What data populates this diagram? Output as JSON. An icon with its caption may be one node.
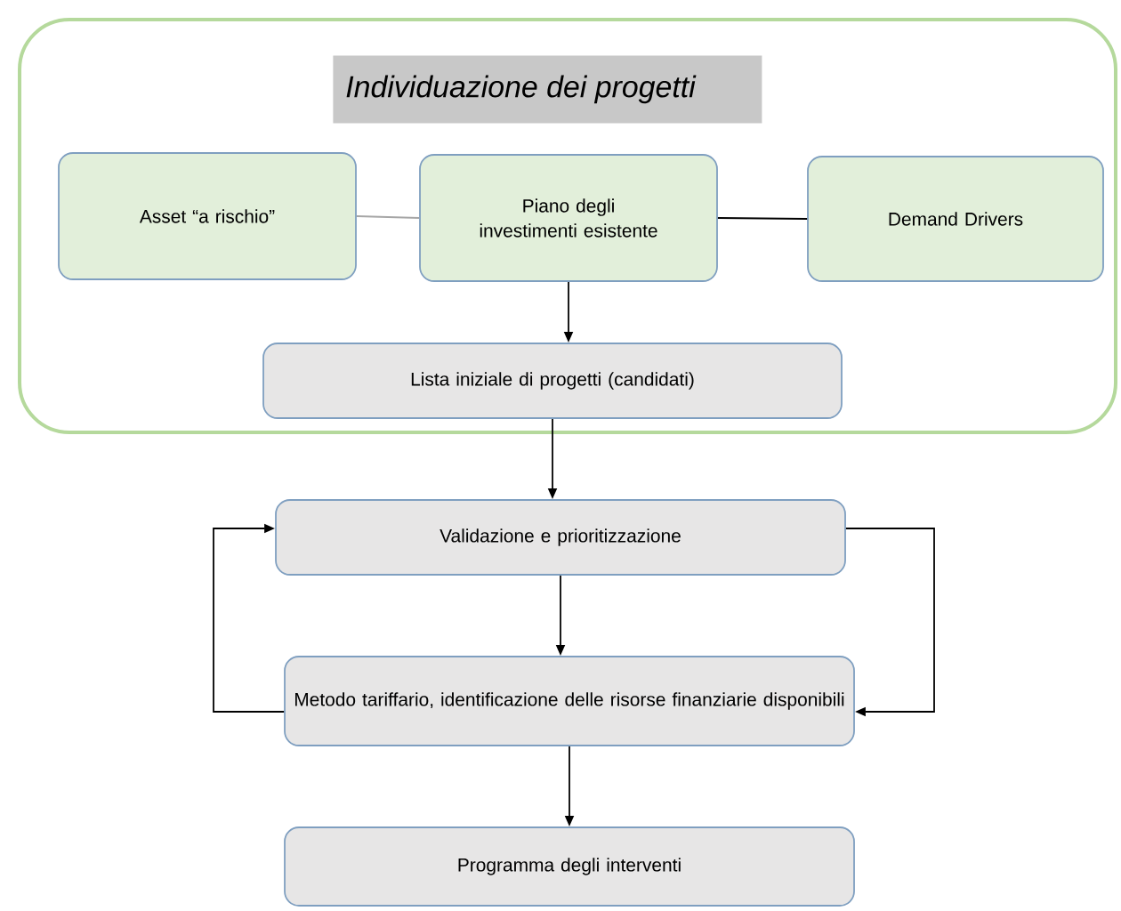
{
  "diagram": {
    "nodes": [
      {
        "text": [
          "*Individuazione dei progetti*"
        ]
      },
      {
        "text": [
          "Asset “a rischio”"
        ],
        "in": 0
      },
      {
        "text": [
          "Piano degli investimenti esistente"
        ],
        "in": 0
      },
      {
        "text": [
          "Demand Drivers"
        ],
        "in": 0
      },
      {
        "text": [
          "Lista iniziale di progetti (candidati)"
        ],
        "in": 0
      },
      {
        "text": [
          "Validazione e prioritizzazione"
        ]
      },
      {
        "text": [
          "Metodo tariffario, identificazione delle risorse finanziarie disponibili"
        ]
      },
      {
        "text": [
          "Programma degli interventi"
        ]
      }
    ],
    "edges": [
      {
        "from": 1,
        "to": 2,
        "arrow": "none",
        "color": "#a6a6a6"
      },
      {
        "from": 2,
        "to": 3,
        "arrow": "none"
      },
      {
        "from": 2,
        "to": 4,
        "arrow": "to"
      },
      {
        "from": 4,
        "to": 5,
        "arrow": "to"
      },
      {
        "from": 5,
        "to": 6,
        "arrow": "to"
      },
      {
        "from": 6,
        "to": 5,
        "arrow": "to"
      },
      {
        "from": 5,
        "to": 6,
        "arrow": "to"
      },
      {
        "from": 6,
        "to": 7,
        "arrow": "to"
      }
    ]
  }
}
